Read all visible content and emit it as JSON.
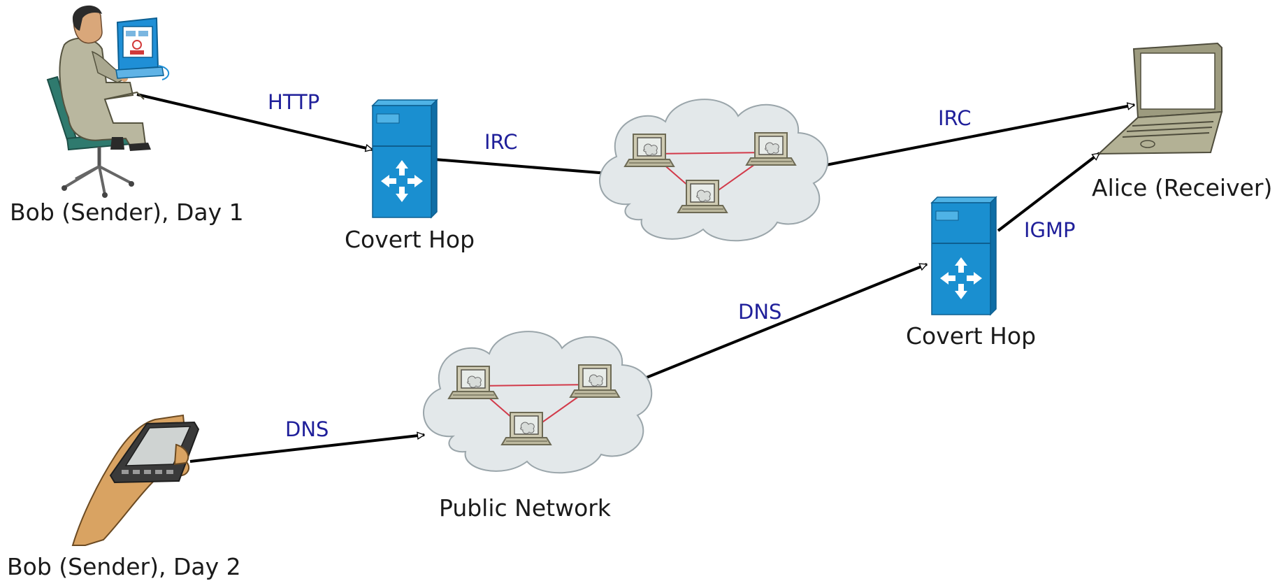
{
  "colors": {
    "edge_label": "#1f1f9a",
    "hop_blue": "#1a8fd0",
    "cloud_fill": "#e3e8ea",
    "cloud_stroke": "#9aa5aa",
    "mesh_line": "#d23a4a",
    "terminal": "#cfcbb3",
    "laptop": "#9d9b7f",
    "skin": "#d9a362",
    "suit": "#b9b79f",
    "chair": "#2f7a6e"
  },
  "nodes": {
    "bob_day1": {
      "label": "Bob (Sender), Day 1",
      "icon": "person-at-computer-icon"
    },
    "bob_day2": {
      "label": "Bob (Sender), Day 2",
      "icon": "hand-holding-pda-icon"
    },
    "covert_hop_1": {
      "label": "Covert Hop",
      "icon": "server-router-icon"
    },
    "covert_hop_2": {
      "label": "Covert Hop",
      "icon": "server-router-icon"
    },
    "irc_network": {
      "label": "",
      "icon": "network-cloud-icon"
    },
    "public_network": {
      "label": "Public Network",
      "icon": "network-cloud-icon"
    },
    "alice": {
      "label": "Alice (Receiver)",
      "icon": "laptop-icon"
    }
  },
  "edges": [
    {
      "from": "bob_day1",
      "to": "covert_hop_1",
      "protocol": "HTTP"
    },
    {
      "from": "covert_hop_1",
      "to": "irc_network",
      "protocol": "IRC"
    },
    {
      "from": "irc_network",
      "to": "alice",
      "protocol": "IRC"
    },
    {
      "from": "bob_day2",
      "to": "public_network",
      "protocol": "DNS"
    },
    {
      "from": "public_network",
      "to": "covert_hop_2",
      "protocol": "DNS"
    },
    {
      "from": "covert_hop_2",
      "to": "alice",
      "protocol": "IGMP"
    }
  ]
}
